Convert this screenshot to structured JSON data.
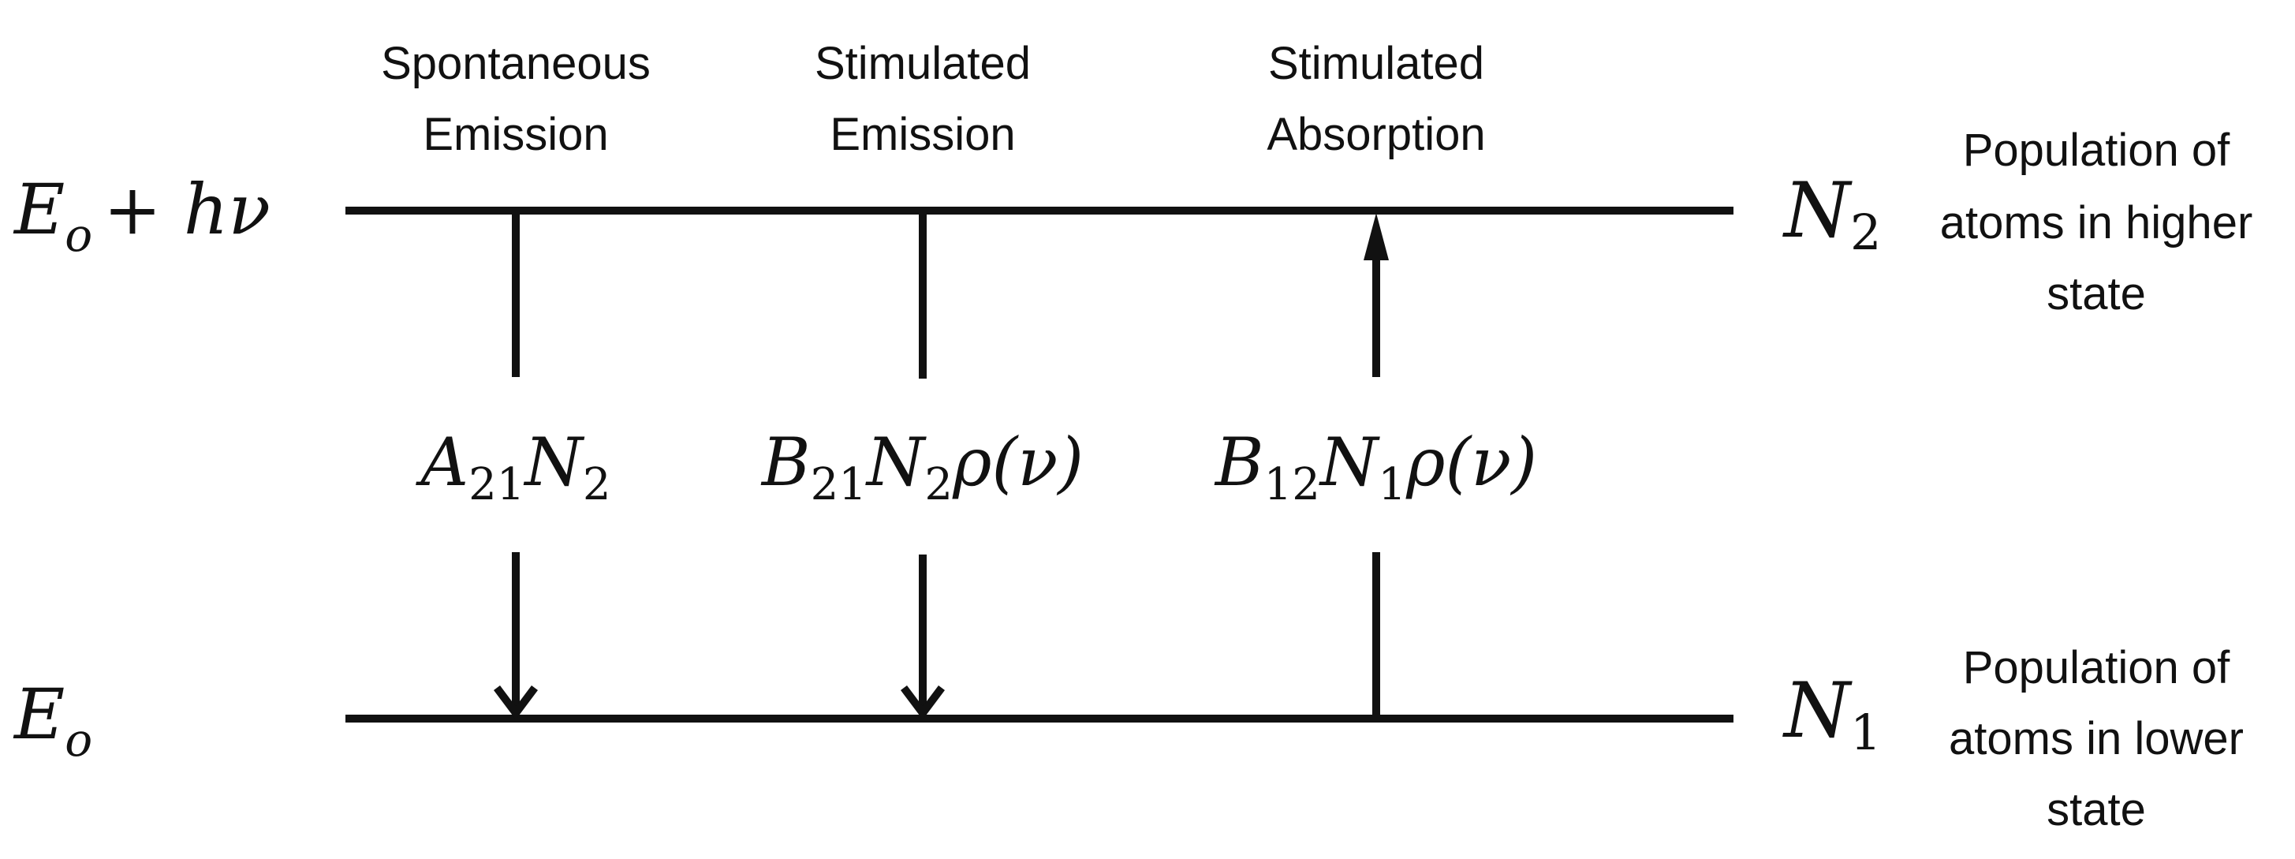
{
  "levels": {
    "upper": {
      "energy": {
        "base": "E",
        "sub": "o",
        "suffix": "+ hν"
      },
      "population": {
        "base": "N",
        "sub": "2"
      },
      "description": [
        "Population of",
        "atoms in higher",
        "state"
      ]
    },
    "lower": {
      "energy": {
        "base": "E",
        "sub": "o"
      },
      "population": {
        "base": "N",
        "sub": "1"
      },
      "description": [
        "Population of",
        "atoms in lower",
        "state"
      ]
    }
  },
  "processes": [
    {
      "title": [
        "Spontaneous",
        "Emission"
      ],
      "direction": "down",
      "rate": {
        "coef": "A",
        "coef_sub": "21",
        "pop": "N",
        "pop_sub": "2",
        "tail": ""
      }
    },
    {
      "title": [
        "Stimulated",
        "Emission"
      ],
      "direction": "down",
      "rate": {
        "coef": "B",
        "coef_sub": "21",
        "pop": "N",
        "pop_sub": "2",
        "tail": "ρ(ν)"
      }
    },
    {
      "title": [
        "Stimulated",
        "Absorption"
      ],
      "direction": "up",
      "rate": {
        "coef": "B",
        "coef_sub": "12",
        "pop": "N",
        "pop_sub": "1",
        "tail": "ρ(ν)"
      }
    }
  ],
  "colors": {
    "ink": "#111111",
    "background": "#ffffff"
  }
}
